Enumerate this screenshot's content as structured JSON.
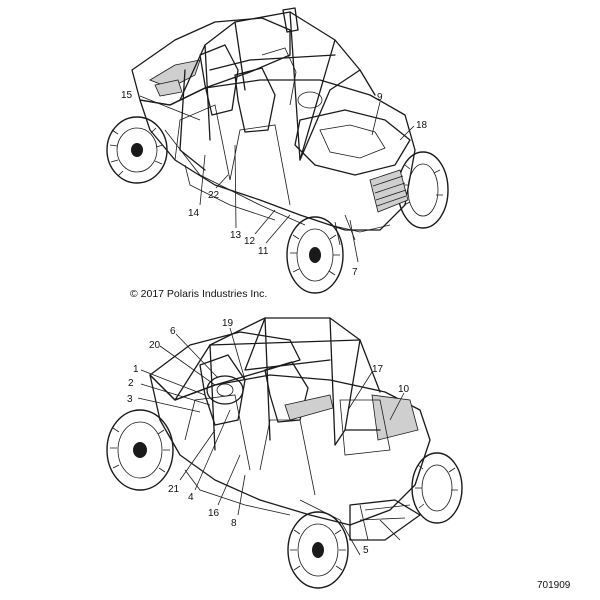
{
  "copyright": "© 2017 Polaris Industries Inc.",
  "document_number": "701909",
  "top_view_callouts": [
    "15",
    "9",
    "18",
    "14",
    "22",
    "13",
    "12",
    "11",
    "7"
  ],
  "bottom_view_callouts": [
    "6",
    "19",
    "20",
    "1",
    "2",
    "3",
    "17",
    "10",
    "21",
    "4",
    "16",
    "8",
    "5"
  ]
}
